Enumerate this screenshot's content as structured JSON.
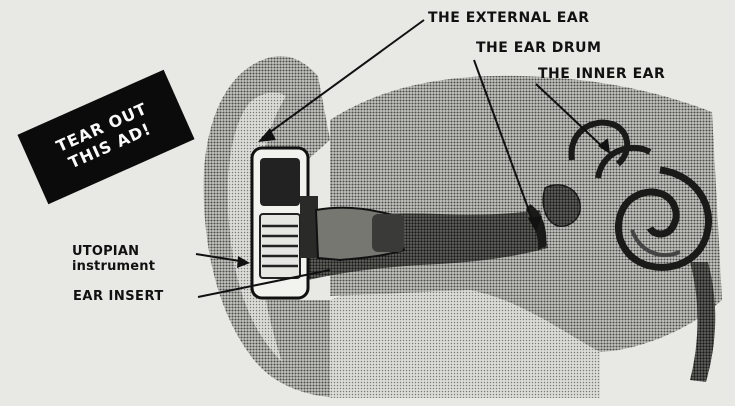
{
  "badge": {
    "line1": "TEAR OUT",
    "line2": "THIS AD!"
  },
  "labels": {
    "external_ear": "THE EXTERNAL EAR",
    "ear_drum": "THE EAR DRUM",
    "inner_ear": "THE INNER EAR",
    "instrument_line1": "UTOPIAN",
    "instrument_line2": "instrument",
    "ear_insert": "EAR INSERT"
  }
}
